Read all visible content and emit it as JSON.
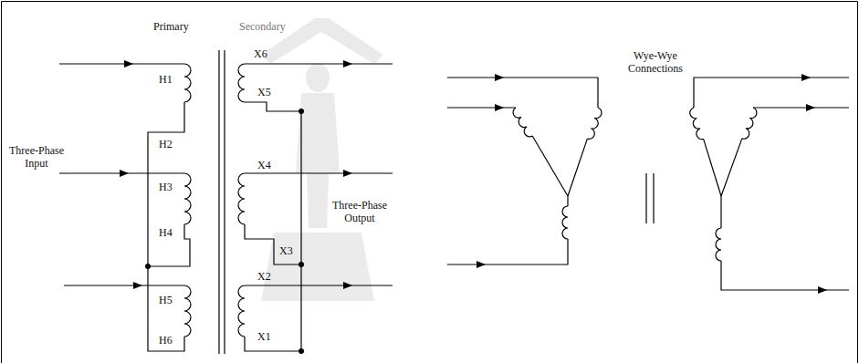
{
  "diagram": {
    "labels": [
      "Primary",
      "Secondary",
      "Three-Phase Input",
      "H1",
      "H2",
      "H3",
      "H4",
      "H5",
      "H6",
      "X6",
      "X5",
      "X4",
      "X3",
      "X2",
      "X1",
      "Three-Phase Output",
      "Wye-Wye Connections"
    ]
  }
}
